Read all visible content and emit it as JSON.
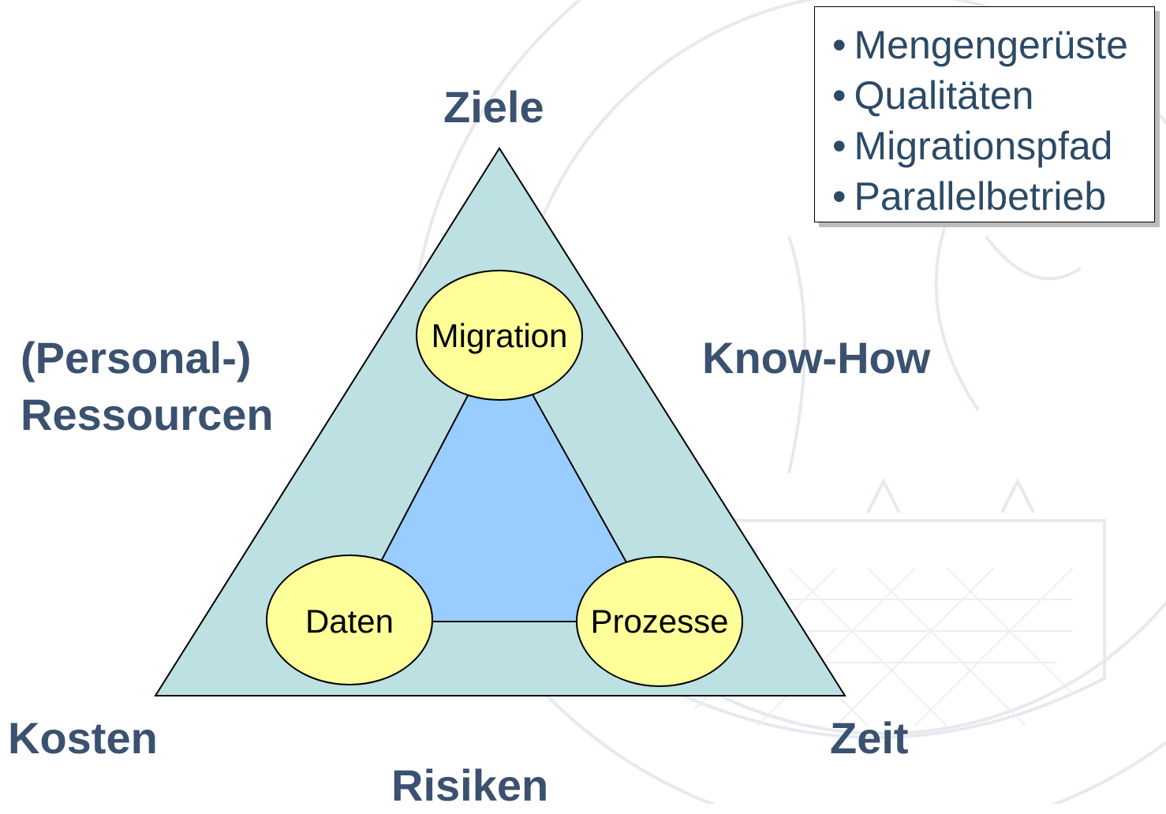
{
  "corners": {
    "top": "Ziele",
    "left_line1": "(Personal-)",
    "left_line2": "Ressourcen",
    "right": "Know-How",
    "bottom_left": "Kosten",
    "bottom_right": "Zeit",
    "bottom": "Risiken"
  },
  "nodes": {
    "top": "Migration",
    "bottom_left": "Daten",
    "bottom_right": "Prozesse"
  },
  "info_box": {
    "items": [
      "Mengengerüste",
      "Qualitäten",
      "Migrationspfad",
      "Parallelbetrieb"
    ]
  },
  "colors": {
    "outer_triangle": "#bde0e2",
    "inner_triangle": "#99ccff",
    "node_fill": "#ffff99",
    "label_text": "#3b5170",
    "box_text": "#2c4a66"
  }
}
